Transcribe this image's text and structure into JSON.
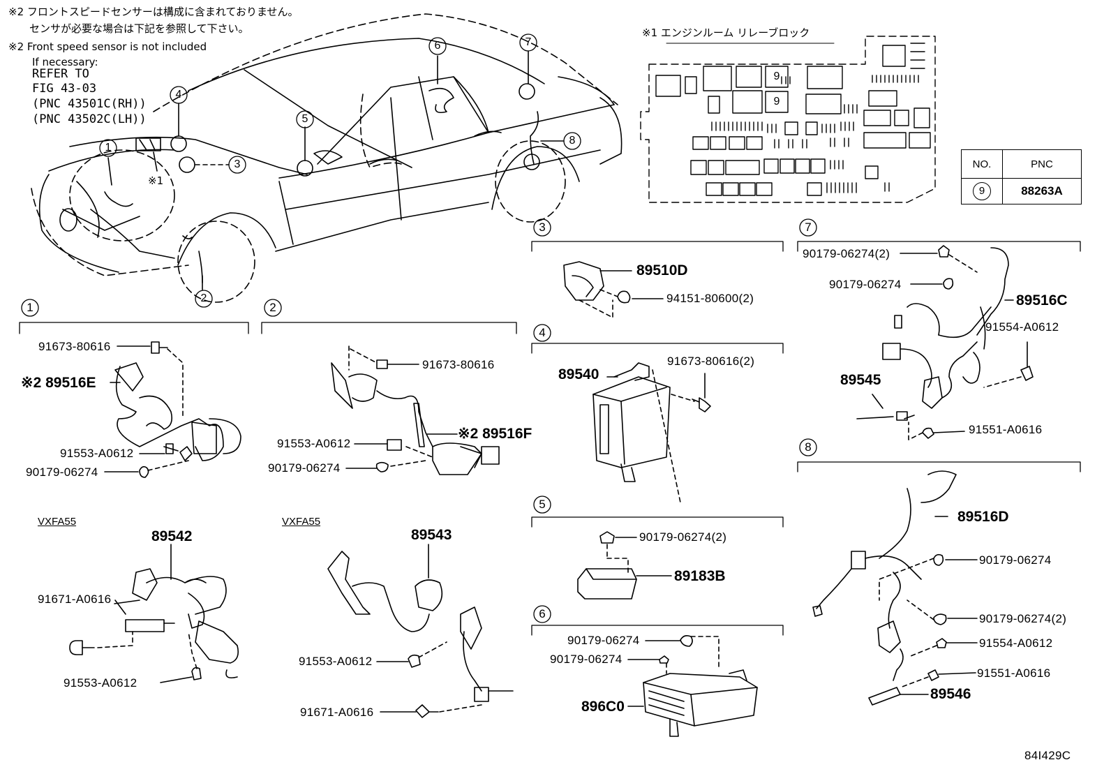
{
  "notes": {
    "jp_line1": "※2 フロントスピードセンサーは構成に含まれておりません。",
    "jp_line2": "センサが必要な場合は下記を参照して下さい。",
    "en_line1": "※2 Front speed sensor is not included",
    "en_line2": "If necessary:",
    "refer": "REFER TO",
    "fig": "FIG 43-03",
    "pnc_rh": "(PNC 43501C(RH))",
    "pnc_lh": "(PNC 43502C(LH))"
  },
  "relay_block": {
    "title": "※1 エンジンルーム リレーブロック",
    "callout_a": "9",
    "callout_b": "9",
    "car_marker": "※1"
  },
  "pnc_table": {
    "header_no": "NO.",
    "header_pnc": "PNC",
    "row_no": "9",
    "row_pnc": "88263A"
  },
  "callouts": [
    "1",
    "2",
    "3",
    "4",
    "5",
    "6",
    "7",
    "8"
  ],
  "section_labels": [
    "1",
    "2",
    "3",
    "4",
    "5",
    "6",
    "7",
    "8"
  ],
  "model_tags": [
    "VXFA55",
    "VXFA55"
  ],
  "parts": {
    "s1_bolt": "91673-80616",
    "s1_sensor": "※2 89516E",
    "s1_bolt2": "91553-A0612",
    "s1_clip": "90179-06274",
    "s1v_main": "89542",
    "s1v_bolt": "91671-A0616",
    "s1v_bolt2": "91553-A0612",
    "s2_bolt": "91673-80616",
    "s2_sensor": "※2 89516F",
    "s2_bolt2": "91553-A0612",
    "s2_clip": "90179-06274",
    "s2v_main": "89543",
    "s2v_bolt2": "91553-A0612",
    "s2v_bolt": "91671-A0616",
    "s3_main": "89510D",
    "s3_nut": "94151-80600(2)",
    "s4_main": "89540",
    "s4_bolt": "91673-80616(2)",
    "s5_clip": "90179-06274(2)",
    "s5_main": "89183B",
    "s6_clip1": "90179-06274",
    "s6_clip2": "90179-06274",
    "s6_main": "896C0",
    "s7_clip2": "90179-06274(2)",
    "s7_clip": "90179-06274",
    "s7_harness": "89516C",
    "s7_bolt": "91554-A0612",
    "s7_sensor": "89545",
    "s7_bolt2": "91551-A0616",
    "s8_harness": "89516D",
    "s8_clip": "90179-06274",
    "s8_clip2": "90179-06274(2)",
    "s8_bolt": "91554-A0612",
    "s8_bolt2": "91551-A0616",
    "s8_sensor": "89546"
  },
  "figure_code": "84I429C"
}
